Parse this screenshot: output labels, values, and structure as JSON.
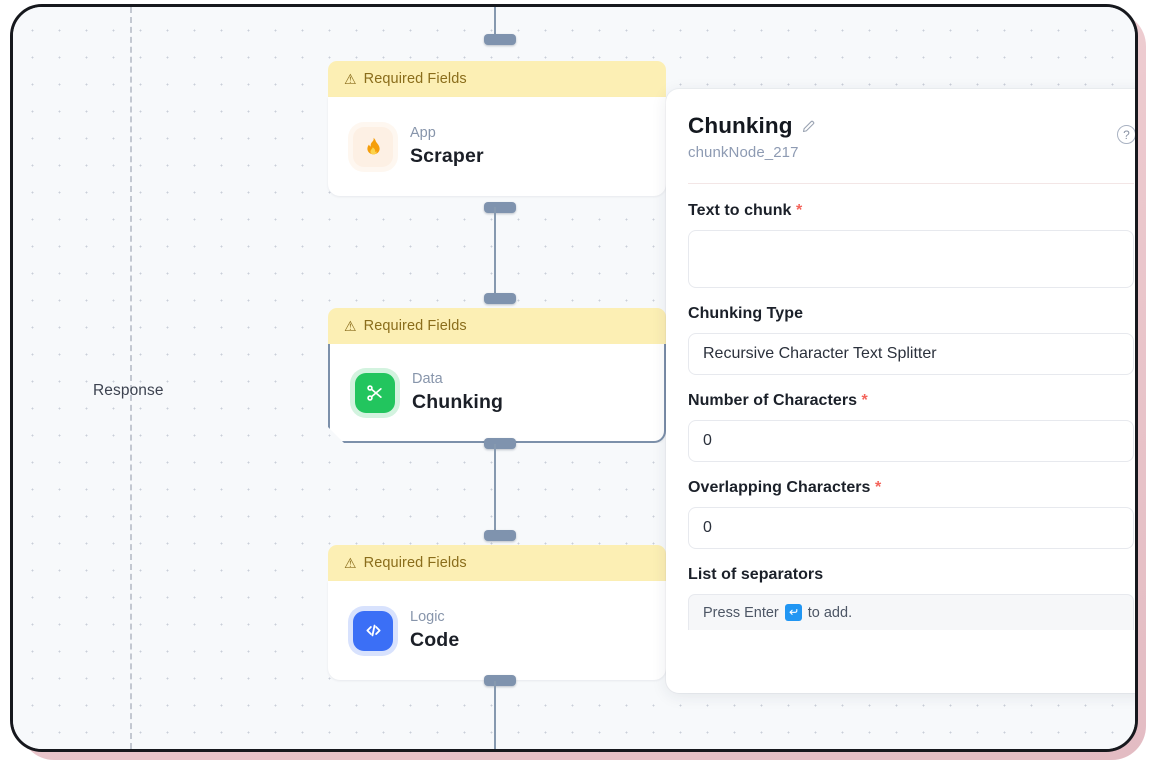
{
  "canvas": {
    "response_label": "Response",
    "guide_line": "dashed-vertical-guide"
  },
  "nodes": [
    {
      "banner": "Required Fields",
      "warn_icon": "warning-triangle-icon",
      "kind": "App",
      "title": "Scraper",
      "icon": "fire-icon",
      "icon_glyph": "🔥",
      "icon_color": "#f59e0b",
      "selected": false
    },
    {
      "banner": "Required Fields",
      "warn_icon": "warning-triangle-icon",
      "kind": "Data",
      "title": "Chunking",
      "icon": "scissors-icon",
      "icon_glyph": "✂",
      "icon_color": "#22c55e",
      "selected": true
    },
    {
      "banner": "Required Fields",
      "warn_icon": "warning-triangle-icon",
      "kind": "Logic",
      "title": "Code",
      "icon": "code-brackets-icon",
      "icon_glyph": "</>",
      "icon_color": "#3b6ff6",
      "selected": false
    }
  ],
  "panel": {
    "title": "Chunking",
    "edit_icon": "pencil-icon",
    "subtitle": "chunkNode_217",
    "help_icon": "help-circle-icon",
    "help_glyph": "?",
    "fields": [
      {
        "label": "Text to chunk",
        "required": true,
        "required_mark": "*",
        "value": "",
        "type": "textarea"
      },
      {
        "label": "Chunking Type",
        "required": false,
        "required_mark": "",
        "value": "Recursive Character Text Splitter",
        "type": "select"
      },
      {
        "label": "Number of Characters",
        "required": true,
        "required_mark": "*",
        "value": "0",
        "type": "number"
      },
      {
        "label": "Overlapping Characters",
        "required": true,
        "required_mark": "*",
        "value": "0",
        "type": "number"
      },
      {
        "label": "List of separators",
        "required": false,
        "required_mark": "",
        "value": "",
        "type": "tags",
        "hint_prefix": "Press Enter",
        "hint_key": "↵",
        "hint_suffix": "to add."
      }
    ]
  },
  "colors": {
    "banner_bg": "#fcefb4",
    "banner_text": "#8a6d1b",
    "accent_green": "#22c55e",
    "accent_blue": "#3b6ff6",
    "required_red": "#f4645b",
    "connector": "#7f93ae"
  }
}
